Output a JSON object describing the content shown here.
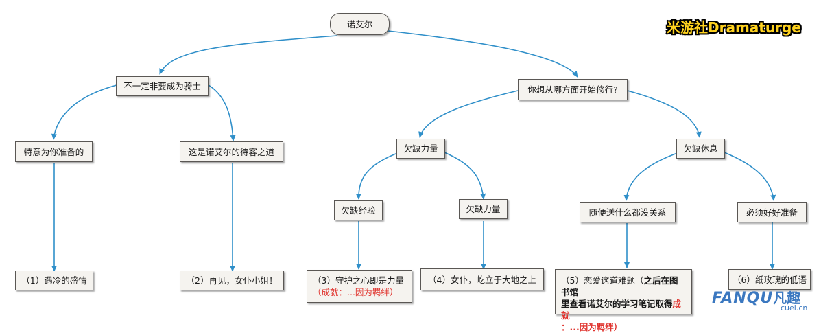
{
  "brand": "米游社Dramaturge",
  "watermark": {
    "main": "FANQU",
    "cn": "凡趣",
    "sub": "cuel.cn"
  },
  "nodes": {
    "root": "诺艾尔",
    "a": "不一定非要成为骑士",
    "b": "你想从哪方面开始修行?",
    "a1": "特意为你准备的",
    "a2": "这是诺艾尔的待客之道",
    "b1": "欠缺力量",
    "b2": "欠缺休息",
    "b1a": "欠缺经验",
    "b1b": "欠缺力量",
    "b2a": "随便送什么都没关系",
    "b2b": "必须好好准备",
    "e1": "（1）遇冷的盛情",
    "e2": "（2）再见，女仆小姐！",
    "e3_line1": "（3）守护之心即是力量",
    "e3_line2": "（成就：...因为羁绊）",
    "e4": "（4）女仆，屹立于大地之上",
    "e5_line1_a": "（5）恋爱这道难题（",
    "e5_line1_b": "之后在图书馆",
    "e5_line2_a": "里查看诺艾尔的学习笔记取得",
    "e5_line2_b": "成就",
    "e5_line3": "：...因为羁绊）",
    "e6": "（6）纸玫瑰的低语"
  },
  "colors": {
    "edge": "#2f8fc9",
    "node_border": "#5a5754",
    "highlight": "#e0332e",
    "brand": "#ffd21e"
  }
}
